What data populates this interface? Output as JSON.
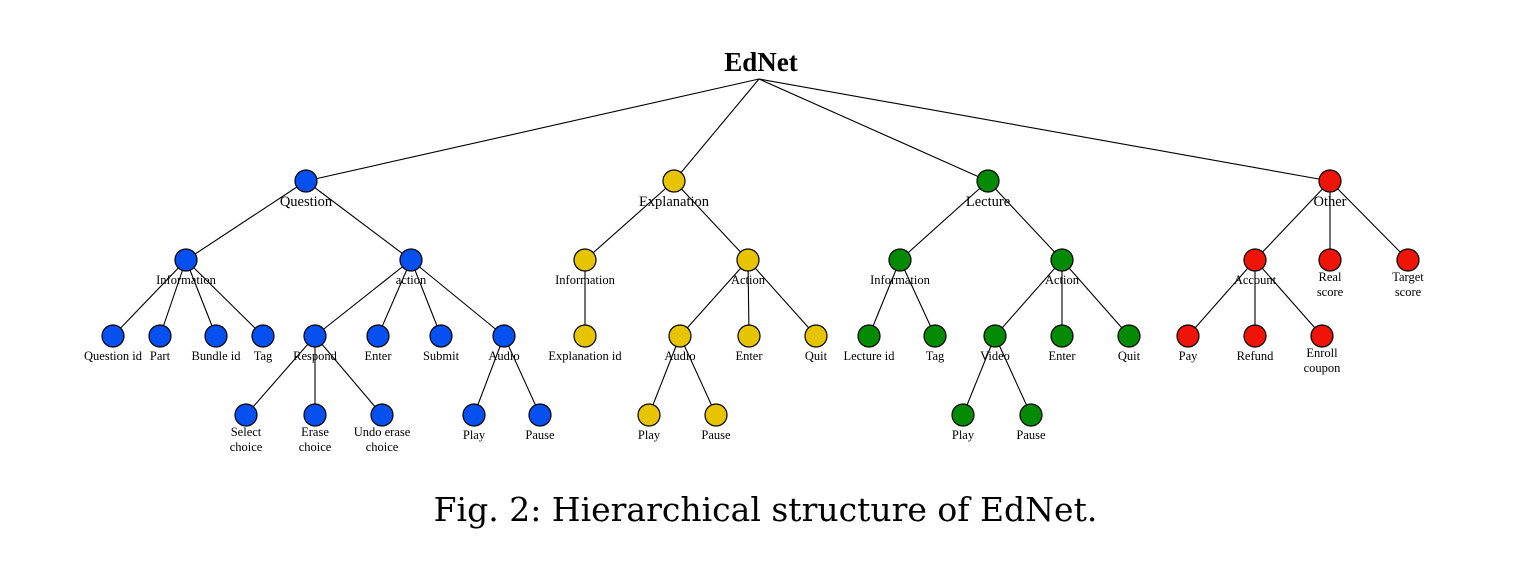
{
  "diagram": {
    "title": "EdNet",
    "caption": "Fig. 2: Hierarchical structure of EdNet.",
    "colors": {
      "question": "#0650f0",
      "explanation": "#e6c400",
      "lecture": "#058a05",
      "other": "#ee1508"
    },
    "nodes": [
      {
        "id": "q",
        "parent": "root",
        "label": [
          "Question"
        ],
        "color": "question"
      },
      {
        "id": "e",
        "parent": "root",
        "label": [
          "Explanation"
        ],
        "color": "explanation"
      },
      {
        "id": "l",
        "parent": "root",
        "label": [
          "Lecture"
        ],
        "color": "lecture"
      },
      {
        "id": "o",
        "parent": "root",
        "label": [
          "Other"
        ],
        "color": "other"
      },
      {
        "id": "q_info",
        "parent": "q",
        "label": [
          "Information"
        ],
        "color": "question"
      },
      {
        "id": "q_action",
        "parent": "q",
        "label": [
          "action"
        ],
        "color": "question"
      },
      {
        "id": "q_qid",
        "parent": "q_info",
        "label": [
          "Question id"
        ],
        "color": "question"
      },
      {
        "id": "q_part",
        "parent": "q_info",
        "label": [
          "Part"
        ],
        "color": "question"
      },
      {
        "id": "q_bid",
        "parent": "q_info",
        "label": [
          "Bundle id"
        ],
        "color": "question"
      },
      {
        "id": "q_tag",
        "parent": "q_info",
        "label": [
          "Tag"
        ],
        "color": "question"
      },
      {
        "id": "q_respond",
        "parent": "q_action",
        "label": [
          "Respond"
        ],
        "color": "question"
      },
      {
        "id": "q_enter",
        "parent": "q_action",
        "label": [
          "Enter"
        ],
        "color": "question"
      },
      {
        "id": "q_submit",
        "parent": "q_action",
        "label": [
          "Submit"
        ],
        "color": "question"
      },
      {
        "id": "q_audio",
        "parent": "q_action",
        "label": [
          "Audio"
        ],
        "color": "question"
      },
      {
        "id": "q_select",
        "parent": "q_respond",
        "label": [
          "Select",
          "choice"
        ],
        "color": "question"
      },
      {
        "id": "q_erase",
        "parent": "q_respond",
        "label": [
          "Erase",
          "choice"
        ],
        "color": "question"
      },
      {
        "id": "q_undo",
        "parent": "q_respond",
        "label": [
          "Undo erase",
          "choice"
        ],
        "color": "question"
      },
      {
        "id": "q_play",
        "parent": "q_audio",
        "label": [
          "Play"
        ],
        "color": "question"
      },
      {
        "id": "q_pause",
        "parent": "q_audio",
        "label": [
          "Pause"
        ],
        "color": "question"
      },
      {
        "id": "e_info",
        "parent": "e",
        "label": [
          "Information"
        ],
        "color": "explanation"
      },
      {
        "id": "e_action",
        "parent": "e",
        "label": [
          "Action"
        ],
        "color": "explanation"
      },
      {
        "id": "e_eid",
        "parent": "e_info",
        "label": [
          "Explanation id"
        ],
        "color": "explanation"
      },
      {
        "id": "e_audio",
        "parent": "e_action",
        "label": [
          "Audio"
        ],
        "color": "explanation"
      },
      {
        "id": "e_enter",
        "parent": "e_action",
        "label": [
          "Enter"
        ],
        "color": "explanation"
      },
      {
        "id": "e_quit",
        "parent": "e_action",
        "label": [
          "Quit"
        ],
        "color": "explanation"
      },
      {
        "id": "e_play",
        "parent": "e_audio",
        "label": [
          "Play"
        ],
        "color": "explanation"
      },
      {
        "id": "e_pause",
        "parent": "e_audio",
        "label": [
          "Pause"
        ],
        "color": "explanation"
      },
      {
        "id": "l_info",
        "parent": "l",
        "label": [
          "Information"
        ],
        "color": "lecture"
      },
      {
        "id": "l_action",
        "parent": "l",
        "label": [
          "Action"
        ],
        "color": "lecture"
      },
      {
        "id": "l_lid",
        "parent": "l_info",
        "label": [
          "Lecture id"
        ],
        "color": "lecture"
      },
      {
        "id": "l_tag",
        "parent": "l_info",
        "label": [
          "Tag"
        ],
        "color": "lecture"
      },
      {
        "id": "l_video",
        "parent": "l_action",
        "label": [
          "Video"
        ],
        "color": "lecture"
      },
      {
        "id": "l_enter",
        "parent": "l_action",
        "label": [
          "Enter"
        ],
        "color": "lecture"
      },
      {
        "id": "l_quit",
        "parent": "l_action",
        "label": [
          "Quit"
        ],
        "color": "lecture"
      },
      {
        "id": "l_play",
        "parent": "l_video",
        "label": [
          "Play"
        ],
        "color": "lecture"
      },
      {
        "id": "l_pause",
        "parent": "l_video",
        "label": [
          "Pause"
        ],
        "color": "lecture"
      },
      {
        "id": "o_account",
        "parent": "o",
        "label": [
          "Account"
        ],
        "color": "other"
      },
      {
        "id": "o_real",
        "parent": "o",
        "label": [
          "Real",
          "score"
        ],
        "color": "other"
      },
      {
        "id": "o_target",
        "parent": "o",
        "label": [
          "Target",
          "score"
        ],
        "color": "other"
      },
      {
        "id": "o_pay",
        "parent": "o_account",
        "label": [
          "Pay"
        ],
        "color": "other"
      },
      {
        "id": "o_refund",
        "parent": "o_account",
        "label": [
          "Refund"
        ],
        "color": "other"
      },
      {
        "id": "o_enroll",
        "parent": "o_account",
        "label": [
          "Enroll",
          "coupon"
        ],
        "color": "other"
      }
    ]
  }
}
